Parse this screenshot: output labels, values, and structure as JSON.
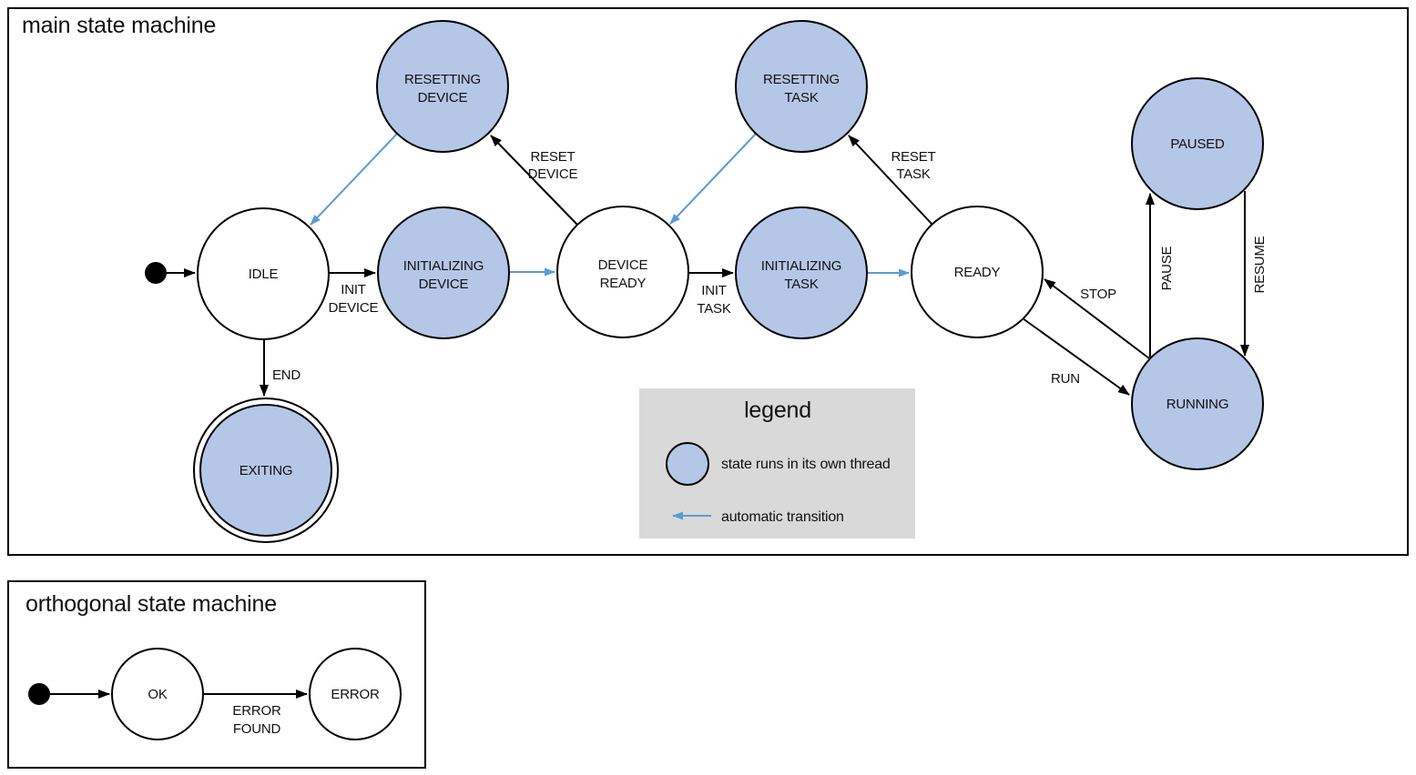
{
  "diagram": {
    "colors": {
      "threaded_state_fill": "#b4c7e7",
      "automatic_transition": "#5b9bd5",
      "legend_background": "#d9d9d9",
      "outline": "#000000"
    },
    "main": {
      "title": "main state machine",
      "states": {
        "idle": {
          "label": "IDLE"
        },
        "initializing_device": {
          "line1": "INITIALIZING",
          "line2": "DEVICE"
        },
        "device_ready": {
          "line1": "DEVICE",
          "line2": "READY"
        },
        "initializing_task": {
          "line1": "INITIALIZING",
          "line2": "TASK"
        },
        "ready": {
          "label": "READY"
        },
        "resetting_device": {
          "line1": "RESETTING",
          "line2": "DEVICE"
        },
        "resetting_task": {
          "line1": "RESETTING",
          "line2": "TASK"
        },
        "paused": {
          "label": "PAUSED"
        },
        "running": {
          "label": "RUNNING"
        },
        "exiting": {
          "label": "EXITING"
        }
      },
      "transitions": {
        "init_device": {
          "line1": "INIT",
          "line2": "DEVICE"
        },
        "init_task": {
          "line1": "INIT",
          "line2": "TASK"
        },
        "reset_device": {
          "line1": "RESET",
          "line2": "DEVICE"
        },
        "reset_task": {
          "line1": "RESET",
          "line2": "TASK"
        },
        "end": {
          "label": "END"
        },
        "run": {
          "label": "RUN"
        },
        "stop": {
          "label": "STOP"
        },
        "pause": {
          "label": "PAUSE"
        },
        "resume": {
          "label": "RESUME"
        }
      },
      "legend": {
        "title": "legend",
        "items": [
          {
            "label": "state runs in its own thread"
          },
          {
            "label": "automatic transition"
          }
        ]
      }
    },
    "orthogonal": {
      "title": "orthogonal state machine",
      "states": {
        "ok": {
          "label": "OK"
        },
        "error": {
          "label": "ERROR"
        }
      },
      "transitions": {
        "error_found": {
          "line1": "ERROR",
          "line2": "FOUND"
        }
      }
    }
  }
}
